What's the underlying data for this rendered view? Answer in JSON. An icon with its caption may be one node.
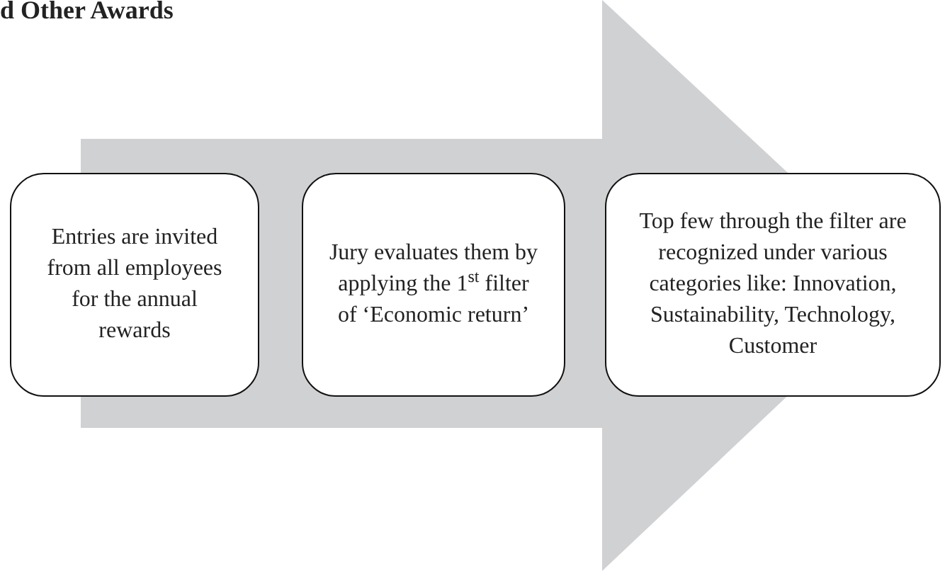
{
  "diagram": {
    "title": "d Other Awards",
    "nodes": [
      {
        "text": [
          "Entries are invited from all employees for the annual rewards"
        ]
      },
      {
        "text": [
          "Jury evaluates them by applying the 1$^{st}$ filter of ‘Economic return’"
        ]
      },
      {
        "text": [
          "Top few through the filter are recognized under various categories like: Innovation, Sustainability, Technology, Customer"
        ]
      }
    ],
    "edges": [
      {
        "from": 0,
        "to": 2,
        "arrow": "to",
        "style": "thick"
      }
    ]
  }
}
